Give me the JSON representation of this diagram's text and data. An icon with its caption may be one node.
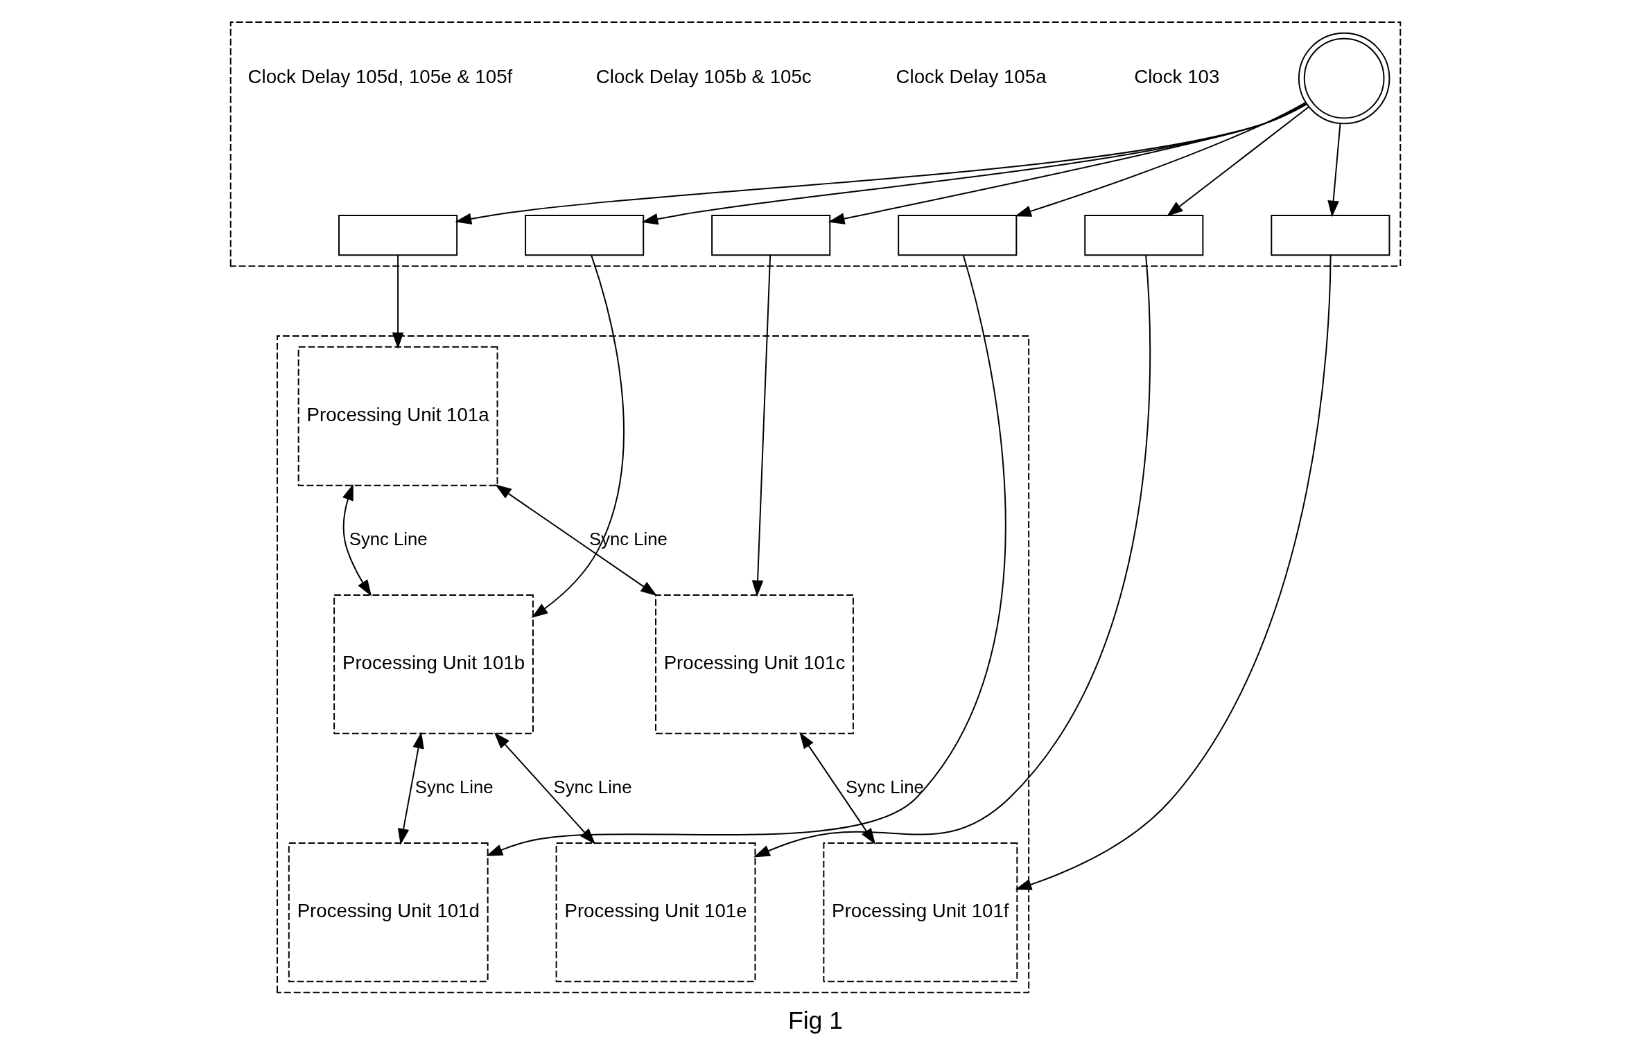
{
  "diagram": {
    "caption": "Fig 1",
    "nodes": [
      {
        "text": [],
        "shape": "box"
      },
      {
        "text": [],
        "shape": "box"
      },
      {
        "text": [
          "Processing Unit 101a"
        ],
        "in": 0
      },
      {
        "text": [
          "Processing Unit 101b"
        ],
        "in": 0
      },
      {
        "text": [
          "Processing Unit 101c"
        ],
        "in": 0
      },
      {
        "text": [
          "Processing Unit 101d"
        ],
        "in": 0
      },
      {
        "text": [
          "Processing Unit 101e"
        ],
        "in": 0
      },
      {
        "text": [
          "Processing Unit 101f"
        ],
        "in": 0
      },
      {
        "text": [],
        "shape": "circle",
        "in": 1
      },
      {
        "text": [],
        "shape": "box",
        "in": 1
      },
      {
        "text": [],
        "shape": "box",
        "in": 1
      },
      {
        "text": [],
        "shape": "box",
        "in": 1
      },
      {
        "text": [],
        "shape": "box",
        "in": 1
      },
      {
        "text": [],
        "shape": "box",
        "in": 1
      },
      {
        "text": [],
        "shape": "box",
        "in": 1
      }
    ],
    "edges": [
      {
        "from": 8,
        "to": 9,
        "arrow": "to"
      },
      {
        "from": 8,
        "to": 10,
        "arrow": "to"
      },
      {
        "from": 8,
        "to": 11,
        "arrow": "to"
      },
      {
        "from": 8,
        "to": 12,
        "arrow": "to"
      },
      {
        "from": 8,
        "to": 13,
        "arrow": "to"
      },
      {
        "from": 8,
        "to": 14,
        "arrow": "to"
      },
      {
        "from": 9,
        "to": 2,
        "arrow": "to"
      },
      {
        "from": 10,
        "to": 3,
        "arrow": "to"
      },
      {
        "from": 11,
        "to": 4,
        "arrow": "to"
      },
      {
        "from": 12,
        "to": 5,
        "arrow": "to"
      },
      {
        "from": 13,
        "to": 6,
        "arrow": "to"
      },
      {
        "from": 14,
        "to": 7,
        "arrow": "to"
      },
      {
        "from": 2,
        "to": 3,
        "arrow": "both",
        "label": "Sync Line"
      },
      {
        "from": 2,
        "to": 4,
        "arrow": "both",
        "label": "Sync Line"
      },
      {
        "from": 3,
        "to": 5,
        "arrow": "both",
        "label": "Sync Line"
      },
      {
        "from": 3,
        "to": 6,
        "arrow": "both",
        "label": "Sync Line"
      },
      {
        "from": 4,
        "to": 7,
        "arrow": "both",
        "label": "Sync Line"
      }
    ],
    "labels": [
      "Clock 103",
      "Clock Delay 105a",
      "Clock Delay 105b & 105c",
      "Clock Delay 105d, 105e & 105f"
    ]
  }
}
